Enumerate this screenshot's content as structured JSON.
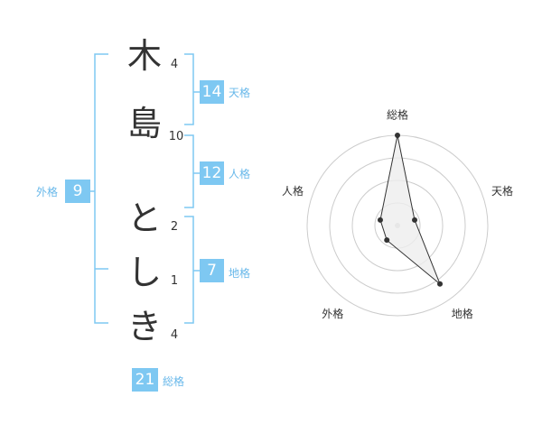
{
  "name_chars": [
    {
      "char": "木",
      "strokes": "4"
    },
    {
      "char": "島",
      "strokes": "10"
    },
    {
      "char": "と",
      "strokes": "2"
    },
    {
      "char": "し",
      "strokes": "1"
    },
    {
      "char": "き",
      "strokes": "4"
    }
  ],
  "fortune": {
    "tenkaku": {
      "value": "14",
      "label": "天格"
    },
    "jinkaku": {
      "value": "12",
      "label": "人格"
    },
    "chikaku": {
      "value": "7",
      "label": "地格"
    },
    "gaikaku": {
      "value": "9",
      "label": "外格"
    },
    "soukaku": {
      "value": "21",
      "label": "総格"
    }
  },
  "chart_data": {
    "type": "radar",
    "axes": [
      "総格",
      "天格",
      "地格",
      "外格",
      "人格"
    ],
    "values": [
      5,
      1,
      4,
      1,
      1
    ],
    "rmax": 5,
    "rings": 4,
    "grid": true,
    "colors": {
      "fill": "#eeeeee",
      "line": "#333333",
      "grid": "#cccccc",
      "point": "#333333",
      "center": "#cccccc"
    }
  },
  "colors": {
    "accent": "#7ec8f2",
    "label": "#68b8ea",
    "text": "#333333"
  }
}
